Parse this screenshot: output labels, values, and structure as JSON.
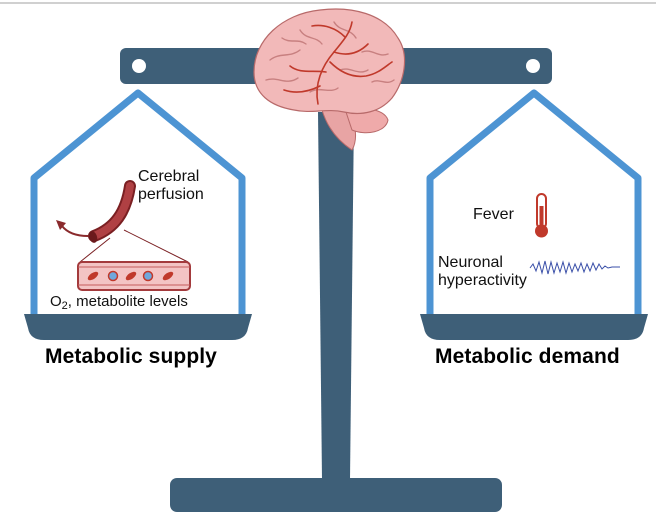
{
  "left_pan": {
    "title": "Metabolic supply",
    "labels": {
      "perfusion_line1": "Cerebral",
      "perfusion_line2": "perfusion",
      "oxygen_prefix": "O",
      "oxygen_subscript": "2",
      "oxygen_rest": ", metabolite levels"
    }
  },
  "right_pan": {
    "title": "Metabolic demand",
    "labels": {
      "fever": "Fever",
      "hyper_line1": "Neuronal",
      "hyper_line2": "hyperactivity"
    }
  },
  "colors": {
    "scale_frame": "#3e5f78",
    "pan_outline": "#4d94d3",
    "vessel": "#a33a3c",
    "brain_fill": "#f2b9b9",
    "thermometer": "#c0392b",
    "eeg_wave": "#3a4fa8"
  },
  "icons": [
    "brain-icon",
    "blood-vessel-icon",
    "thermometer-icon",
    "eeg-wave-icon",
    "arrow-icon"
  ]
}
